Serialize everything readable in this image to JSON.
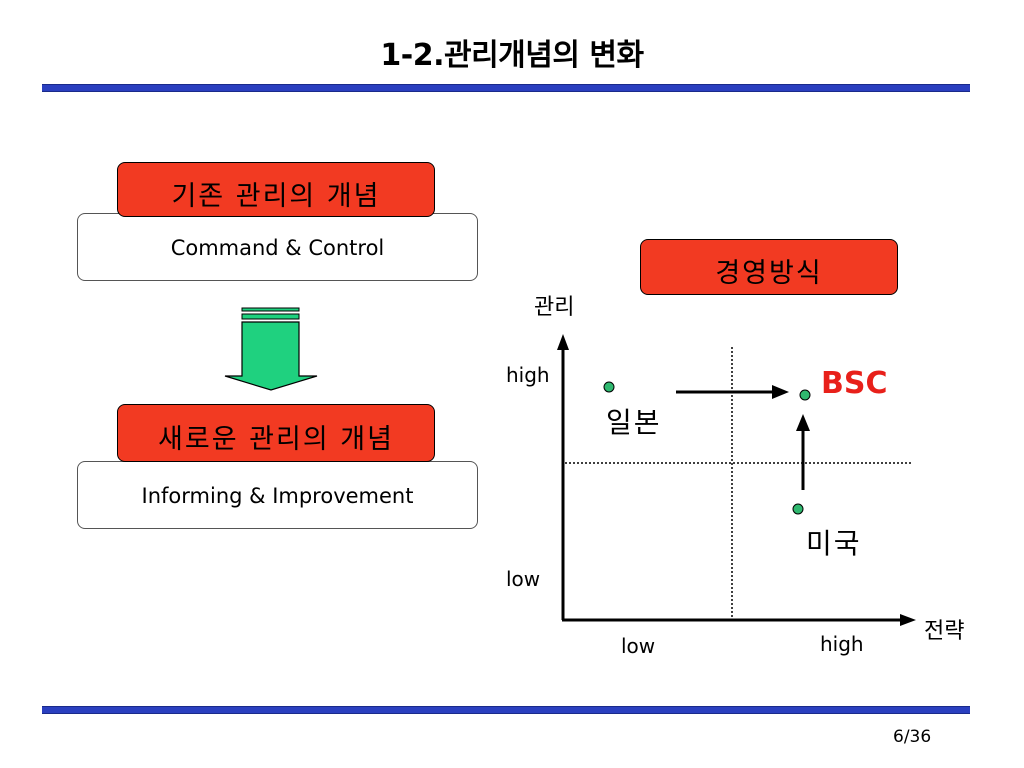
{
  "slide": {
    "title": "1-2.관리개념의 변화",
    "page_number": "6/36"
  },
  "left": {
    "old_concept_label": "기존 관리의 개념",
    "old_concept_text": "Command & Control",
    "new_concept_label": "새로운 관리의 개념",
    "new_concept_text": "Informing & Improvement"
  },
  "matrix": {
    "header": "경영방식",
    "y_axis_label": "관리",
    "x_axis_label": "전략",
    "y_high": "high",
    "y_low": "low",
    "x_low": "low",
    "x_high": "high",
    "point_japan": "일본",
    "point_usa": "미국",
    "point_bsc": "BSC"
  },
  "colors": {
    "accent_red": "#f23a22",
    "rule_blue": "#2a3fbf",
    "arrow_green": "#1fd17f",
    "bsc_red": "#e8201a",
    "dot_green": "#2fb86f"
  }
}
